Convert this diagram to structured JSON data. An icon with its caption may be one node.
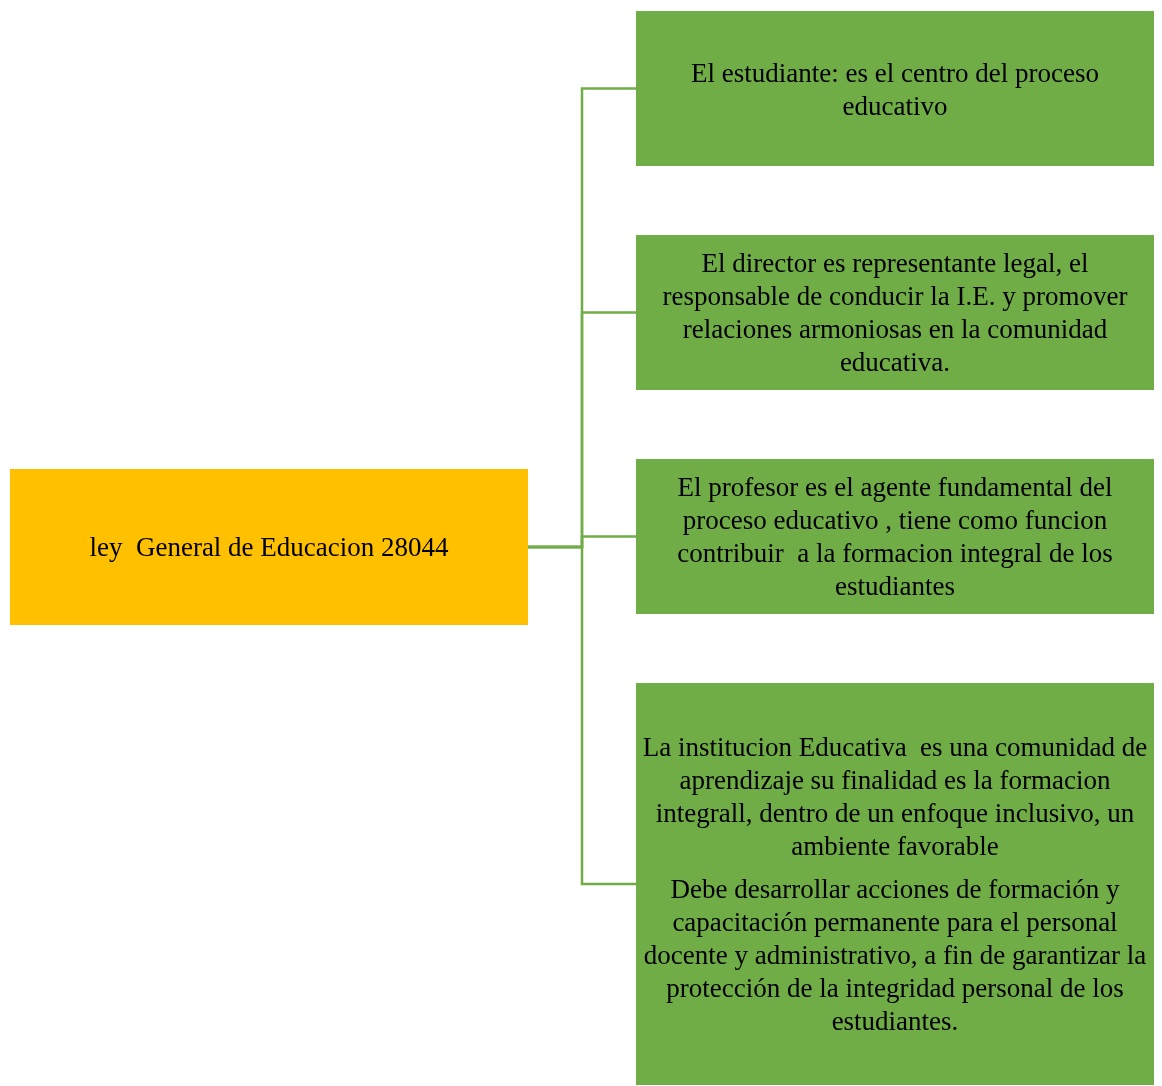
{
  "diagram": {
    "nodes": [
      {
        "text": [
          "ley  General de Educacion 28044"
        ]
      },
      {
        "text": [
          "El estudiante: es el centro del proceso educativo"
        ]
      },
      {
        "text": [
          "El director es representante legal, el responsable de conducir la I.E. y promover relaciones armoniosas en la comunidad educativa."
        ]
      },
      {
        "text": [
          "El profesor es el agente fundamental del proceso educativo , tiene como funcion contribuir  a la formacion integral de los estudiantes"
        ]
      },
      {
        "text": [
          "La institucion Educativa  es una comunidad de aprendizaje su finalidad es la formacion integrall, dentro de un enfoque inclusivo, un ambiente favorable",
          "Debe desarrollar acciones de formación y capacitación permanente para el personal docente y administrativo, a fin de garantizar la protección de la integridad personal de los estudiantes."
        ]
      }
    ],
    "edges": [
      {
        "from": 0,
        "to": 1,
        "arrow": "none"
      },
      {
        "from": 0,
        "to": 2,
        "arrow": "none"
      },
      {
        "from": 0,
        "to": 3,
        "arrow": "none"
      },
      {
        "from": 0,
        "to": 4,
        "arrow": "none"
      }
    ]
  }
}
